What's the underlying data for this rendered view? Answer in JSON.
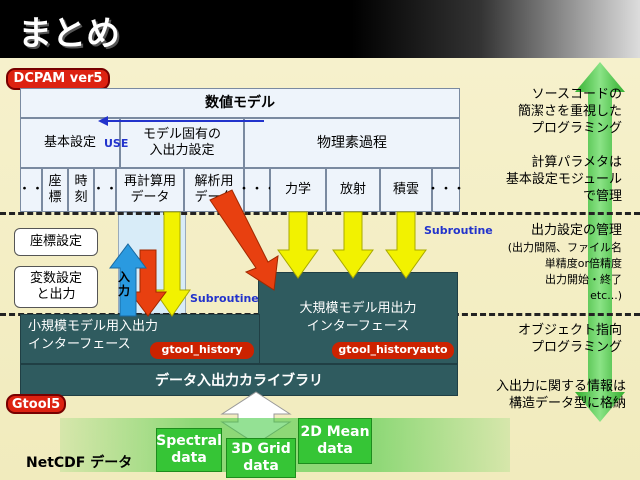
{
  "title": "まとめ",
  "dcpam_label": "DCPAM ver5",
  "gtool5_label": "Gtool5",
  "model": {
    "title": "数値モデル",
    "basic_settings": "基本設定",
    "model_io": "モデル固有の\n入出力設定",
    "use_label": "USE",
    "physics": "物理素過程",
    "cells": {
      "dots1": "・・",
      "coord": "座\n標",
      "time": "時\n刻",
      "dots2": "・・",
      "recalc": "再計算用\nデータ",
      "analysis": "解析用\nデータ",
      "dots3": "・・・",
      "dynamics": "力学",
      "radiation": "放射",
      "cumulus": "積雲",
      "dots4": "・・・"
    }
  },
  "left_boxes": {
    "coord_setting": "座標設定",
    "var_setting": "変数設定\nと出力",
    "input_label": "入\n力"
  },
  "subroutine_label": "Subroutine",
  "small_if": "小規模モデル用入出力\nインターフェース",
  "small_tag": "gtool_history",
  "large_if": "大規模モデル用出力\nインターフェース",
  "large_tag": "gtool_historyauto",
  "data_lib": "データ入出力カライブラリ",
  "netcdf_label": "NetCDF データ",
  "data_boxes": [
    "Spectral\ndata",
    "3D Grid\ndata",
    "2D Mean\ndata"
  ],
  "notes": {
    "note1": "ソースコードの\n簡潔さを重視した\nプログラミング",
    "note2": "計算パラメタは\n基本設定モジュール\nで管理",
    "note3_title": "出力設定の管理",
    "note3_body": "(出力間隔、ファイル名\n単精度or倍精度\n出力開始・終了\netc...)",
    "note4": "オブジェクト指向\nプログラミング",
    "note5": "入出力に関する情報は\n構造データ型に格納"
  },
  "colors": {
    "red_tag": "#dd1111",
    "dark_box": "#2f5b5f",
    "green": "#36c536",
    "yellow_arrow": "#f2f200",
    "red_arrow": "#e84010",
    "blue_arrow": "#2a9ae0"
  }
}
